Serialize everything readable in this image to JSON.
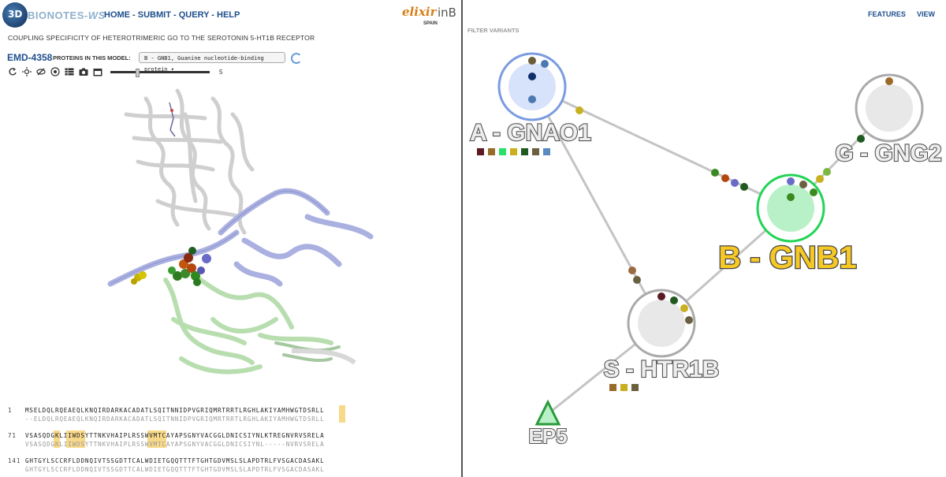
{
  "header": {
    "logo_badge": "3D",
    "logo_name": "BIONOTES-",
    "logo_suffix": "WS",
    "nav": [
      "HOME",
      "SUBMIT",
      "QUERY",
      "HELP"
    ],
    "elixir": "elixir",
    "elixir_sub": "SPAIN",
    "inb": "inB"
  },
  "viewer": {
    "title": "COUPLING SPECIFICITY OF HETEROTRIMERIC GO TO THE SEROTONIN 5-HT1B RECEPTOR",
    "emd_id": "EMD-4358",
    "proteins_label": "PROTEINS IN THIS MODEL:",
    "selected_protein": "B - GNB1, Guanine nucleotide-binding protein ▾",
    "slider_value": "5",
    "toolbar_icons": [
      "reset-icon",
      "brightness-icon",
      "hide-icon",
      "sphere-icon",
      "table-icon",
      "camera-icon",
      "calendar-icon"
    ]
  },
  "sequence": [
    {
      "num": "1",
      "a": "MSELDQLRQEAEQLKNQIRDARKACADATLSQITNNIDPVGRIQMRTRRTLRGHLAKIYAMHWGTDSRLL",
      "b": "--ELDQLRQEAEQLKNQIRDARKACADATLSQITNNIDPVGRIQMRTRRTLRGHLAKIYAMHWGTDSRLL"
    },
    {
      "num": "71",
      "a": "VSASQDGKLIIWDSYTTNKVHAIPLRSSWVMTCAYAPSGNYVACGGLDNICSIYNLKTREGNVRVSRELA",
      "b": "VSASQDGKLIIWDSYTTNKVHAIPLRSSWVMTCAYAPSGNYVACGGLDNICSIYNL-----NVRVSRELA"
    },
    {
      "num": "141",
      "a": "GHTGYLSCCRFLDDNQIVTSSGDTTCALWDIETGQQTTTFTGHTGDVMSLSLAPDTRLFVSGACDASAKL",
      "b": "GHTGYLSCCRFLDDNQIVTSSGDTTCALWDIETGQQTTTFTGHTGDVMSLSLAPDTRLFVSGACDASAKL"
    }
  ],
  "right_header": {
    "features": "FEATURES",
    "view": "VIEW",
    "filter": "FILTER VARIANTS"
  },
  "network": {
    "nodes": [
      {
        "id": "A",
        "label": "A - GNAO1",
        "color": "#6c8fe0",
        "selected": false
      },
      {
        "id": "G",
        "label": "G - GNG2",
        "color": "#999999",
        "selected": false
      },
      {
        "id": "B",
        "label": "B - GNB1",
        "color": "#22d455",
        "selected": true
      },
      {
        "id": "S",
        "label": "S - HTR1B",
        "color": "#999999",
        "selected": false
      },
      {
        "id": "EP5",
        "label": "EP5",
        "color": "#2a9a3a",
        "selected": false
      }
    ],
    "legend_colors": {
      "A": [
        "#5a1a22",
        "#9a6a28",
        "#2ae06a",
        "#c8b020",
        "#1f5a20",
        "#6a6040",
        "#5a8ac0"
      ],
      "S": [
        "#9a6a28",
        "#c8b020",
        "#6a6040"
      ]
    }
  }
}
